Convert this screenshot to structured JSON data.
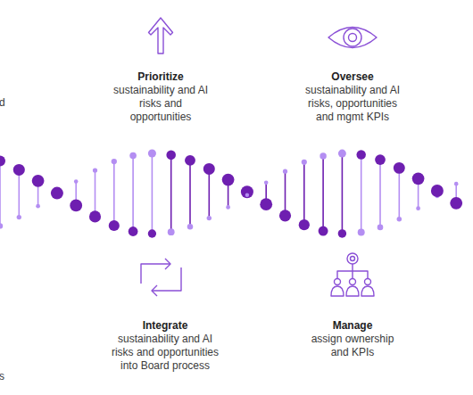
{
  "diagram": {
    "labels": [
      "d",
      "Prioritize",
      "sustainability and AI risks and opportunities",
      "Oversee",
      "sustainability and AI risks, opportunities and mgmt KPIs",
      "Integrate",
      "sustainability and AI risks and opportunities into Board process",
      "Manage",
      "assign ownership and KPIs",
      "s"
    ]
  }
}
